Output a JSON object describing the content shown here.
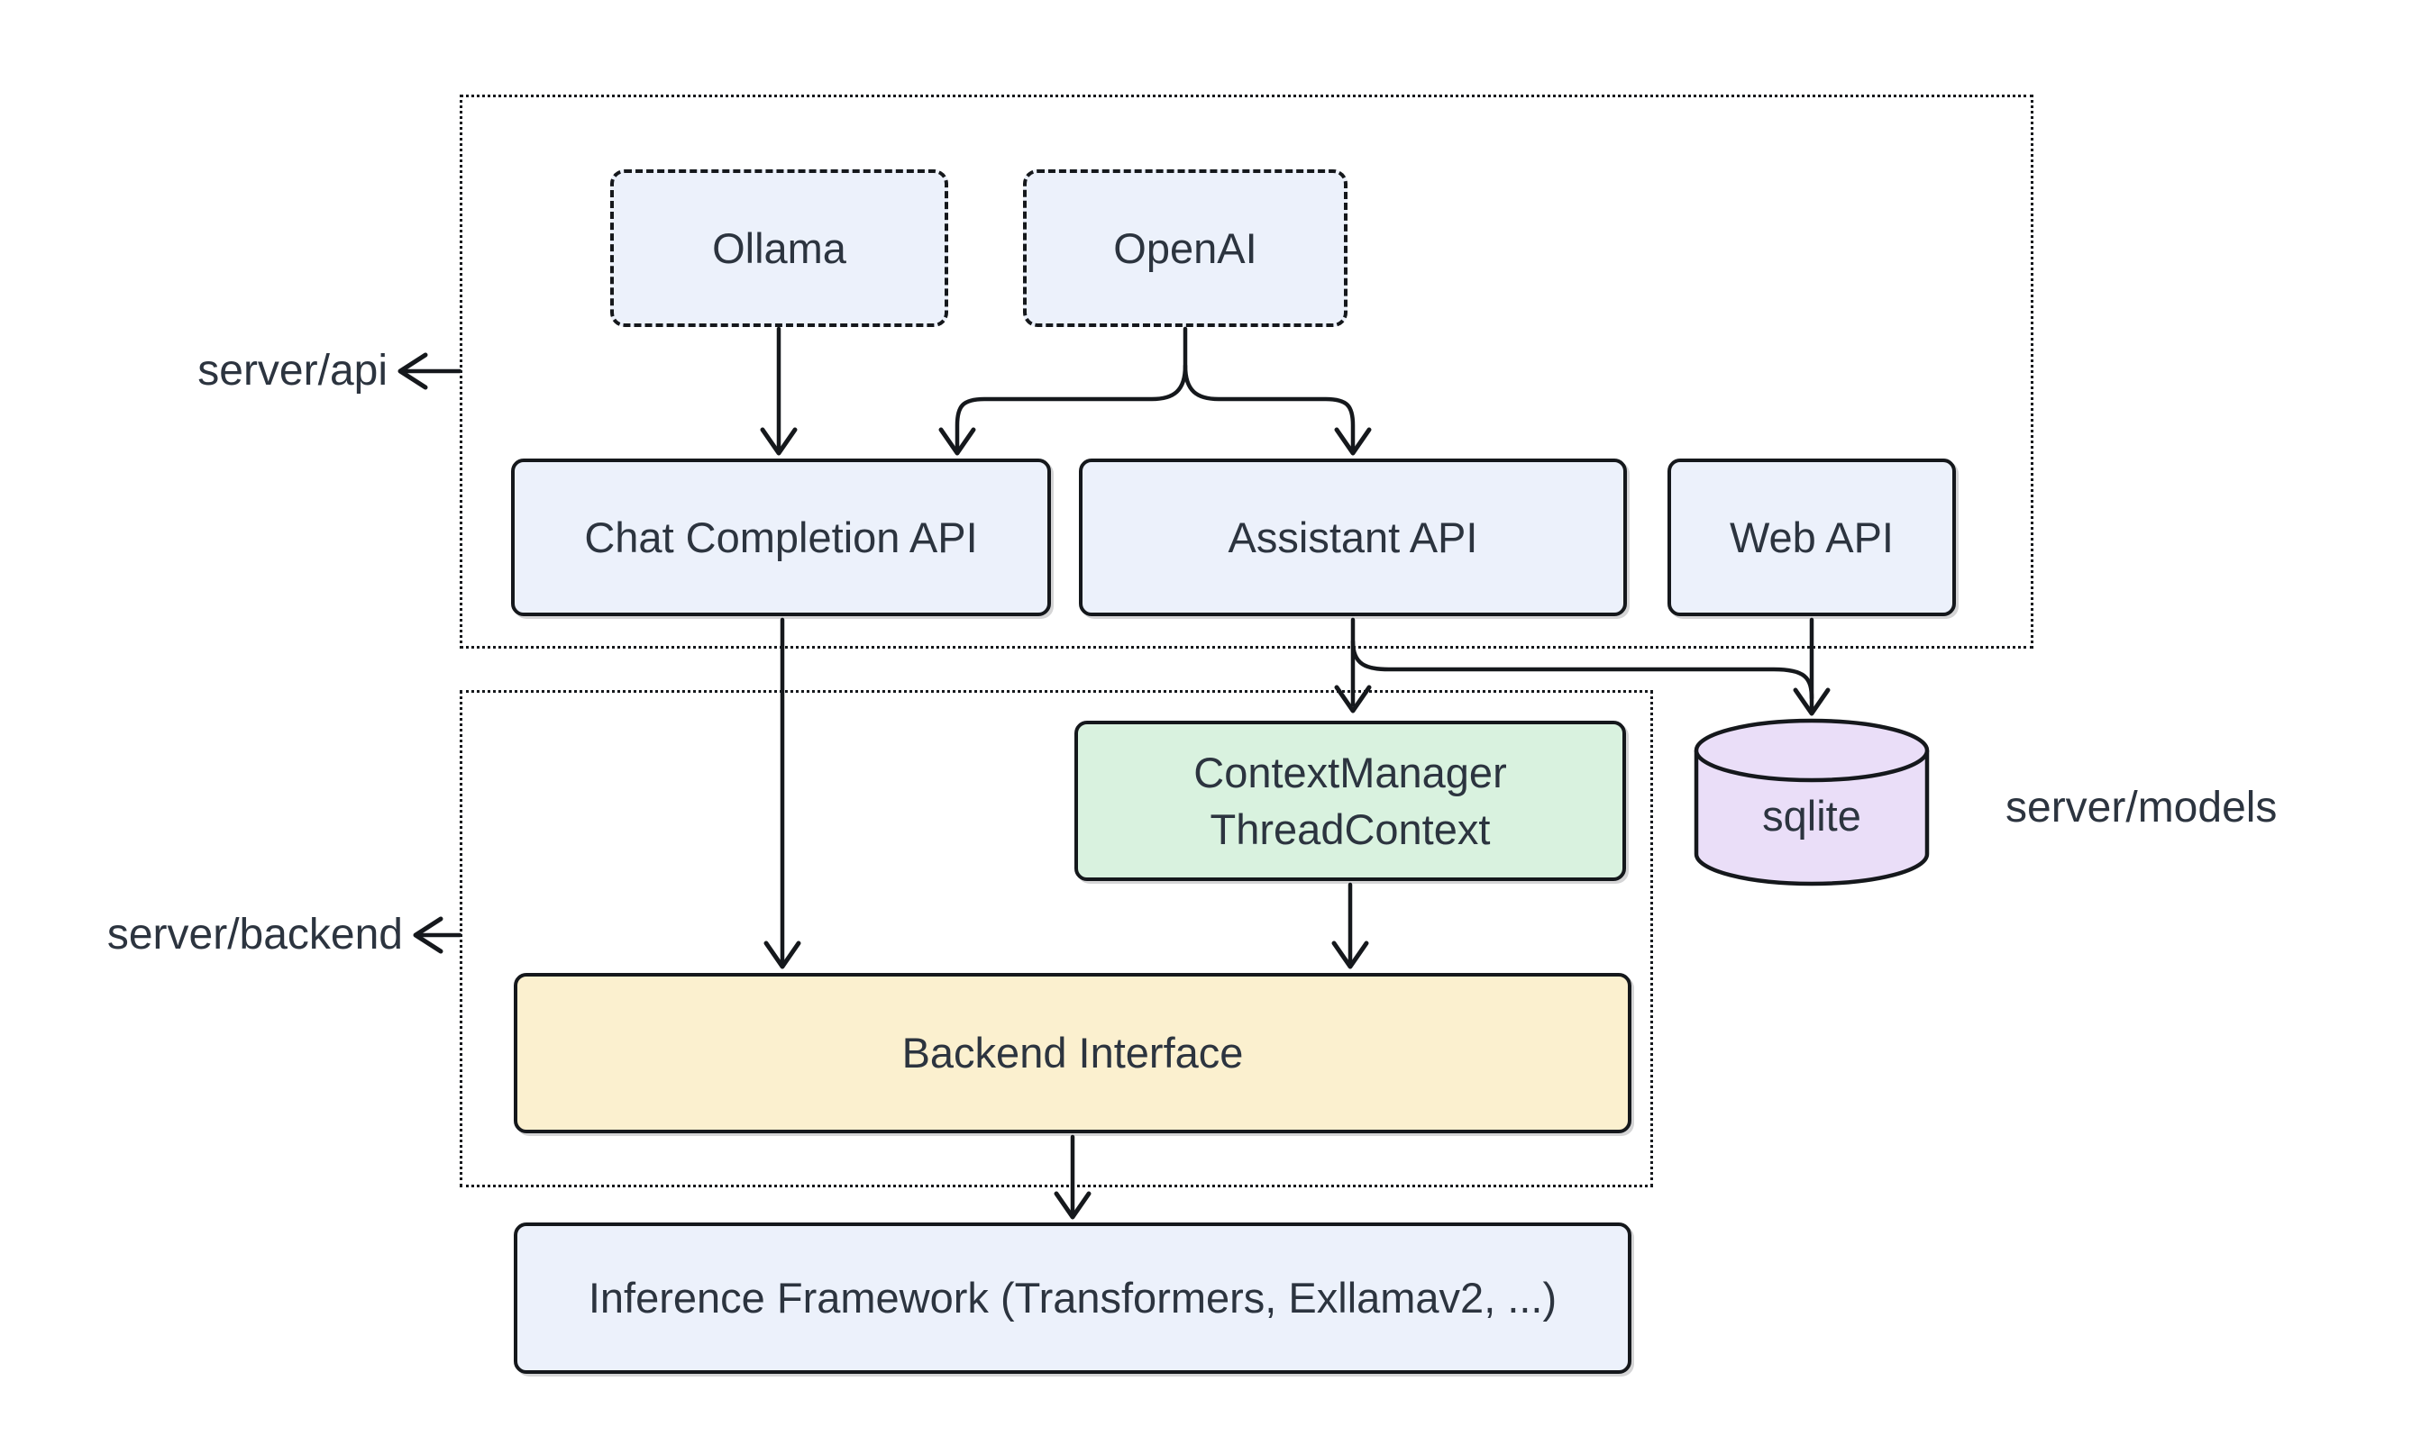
{
  "colors": {
    "background": "#ffffff",
    "line": "#15181c",
    "text": "#2c343f",
    "node_blue": "#ECF1FB",
    "node_green": "#D9F2DF",
    "node_yellow": "#FBF0CF",
    "node_purple": "#EADEF8"
  },
  "groups": {
    "server_api": {
      "label": "server/api"
    },
    "server_backend": {
      "label": "server/backend"
    },
    "server_models": {
      "label": "server/models"
    }
  },
  "nodes": {
    "ollama": {
      "label": "Ollama",
      "fill": "#ECF1FB"
    },
    "openai": {
      "label": "OpenAI",
      "fill": "#ECF1FB"
    },
    "chat_completion_api": {
      "label": "Chat Completion API",
      "fill": "#ECF1FB"
    },
    "assistant_api": {
      "label": "Assistant API",
      "fill": "#ECF1FB"
    },
    "web_api": {
      "label": "Web API",
      "fill": "#ECF1FB"
    },
    "context_manager": {
      "line1": "ContextManager",
      "line2": "ThreadContext",
      "fill": "#D9F2DF"
    },
    "sqlite": {
      "label": "sqlite",
      "fill": "#EADEF8"
    },
    "backend_interface": {
      "label": "Backend Interface",
      "fill": "#FBF0CF"
    },
    "inference_framework": {
      "label": "Inference Framework (Transformers, Exllamav2, ...)",
      "fill": "#ECF1FB"
    }
  },
  "edges": [
    {
      "from": "Ollama",
      "to": "Chat Completion API"
    },
    {
      "from": "OpenAI",
      "to": "Chat Completion API"
    },
    {
      "from": "OpenAI",
      "to": "Assistant API"
    },
    {
      "from": "Chat Completion API",
      "to": "Backend Interface"
    },
    {
      "from": "Assistant API",
      "to": "ContextManager ThreadContext"
    },
    {
      "from": "Assistant API",
      "to": "sqlite"
    },
    {
      "from": "Web API",
      "to": "sqlite"
    },
    {
      "from": "ContextManager ThreadContext",
      "to": "Backend Interface"
    },
    {
      "from": "Backend Interface",
      "to": "Inference Framework (Transformers, Exllamav2, ...)"
    },
    {
      "from": "server/api group border",
      "to": "server/api label"
    },
    {
      "from": "server/backend group border",
      "to": "server/backend label"
    }
  ]
}
